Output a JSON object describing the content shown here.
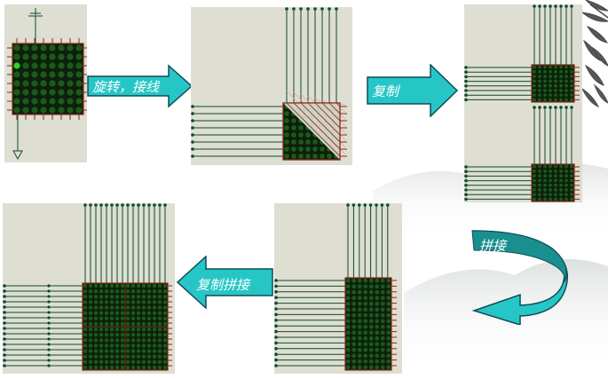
{
  "colors": {
    "panel_bg": "#deded2",
    "matrix_bg": "#0c200c",
    "led_off": "#1c5a1c",
    "led_on": "#22dd22",
    "border": "#8a2a1a",
    "pin": "#8a2a1a",
    "wire": "#0e4a2e",
    "arrow_fill": "#27c6c6",
    "arrow_stroke": "#0e4c56",
    "dark_arrow": "#1a8a8a"
  },
  "arrows": {
    "rotate_wire": {
      "label": "旋转，接线",
      "icon": "right-arrow"
    },
    "copy": {
      "label": "复制",
      "icon": "right-arrow"
    },
    "splice": {
      "label": "拼接",
      "icon": "curved-arrow"
    },
    "copy_splice": {
      "label": "复制拼接",
      "icon": "left-arrow"
    }
  },
  "steps": [
    {
      "name": "single-8x8-matrix"
    },
    {
      "name": "rotated-wired-matrix"
    },
    {
      "name": "copied-matrices"
    },
    {
      "name": "spliced-8x16-matrix"
    },
    {
      "name": "final-16x16-matrix"
    }
  ]
}
